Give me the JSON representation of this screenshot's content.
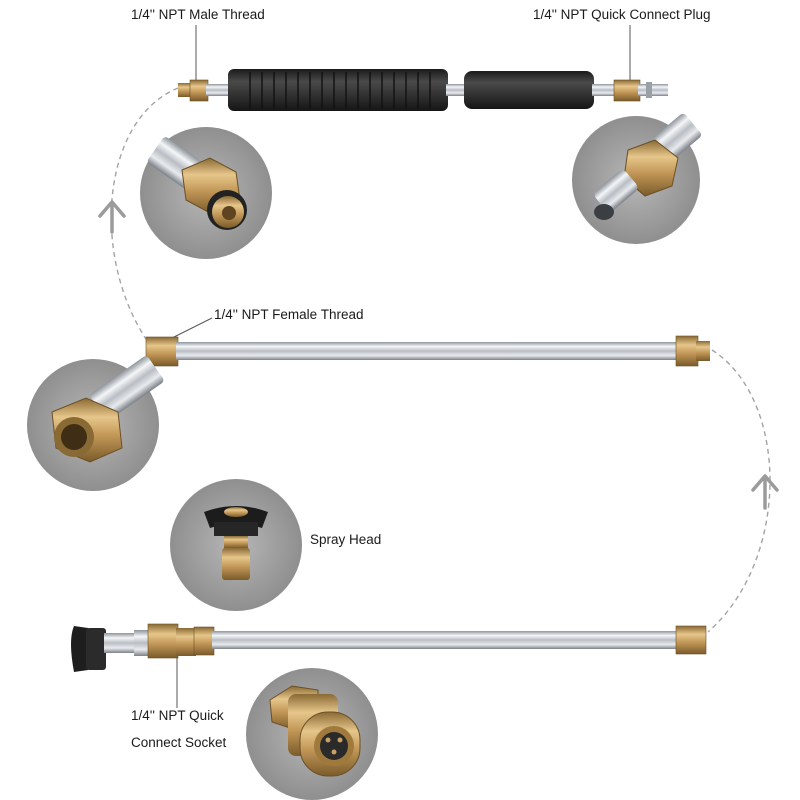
{
  "labels": {
    "male_thread": "1/4'' NPT Male Thread",
    "quick_connect_plug": "1/4'' NPT Quick Connect Plug",
    "female_thread": "1/4'' NPT Female Thread",
    "spray_head": "Spray Head",
    "quick_connect_socket_line1": "1/4'' NPT Quick",
    "quick_connect_socket_line2": "Connect Socket"
  },
  "colors": {
    "brass": "#c9a063",
    "brass_dark": "#8a6a34",
    "chrome": "#d9dde2",
    "grip": "#2b2b2b",
    "circle_bg": "#9a9a9a",
    "arrow": "#9b9b9b"
  },
  "icons": [
    "up-arrow-icon",
    "up-arrow-icon"
  ]
}
